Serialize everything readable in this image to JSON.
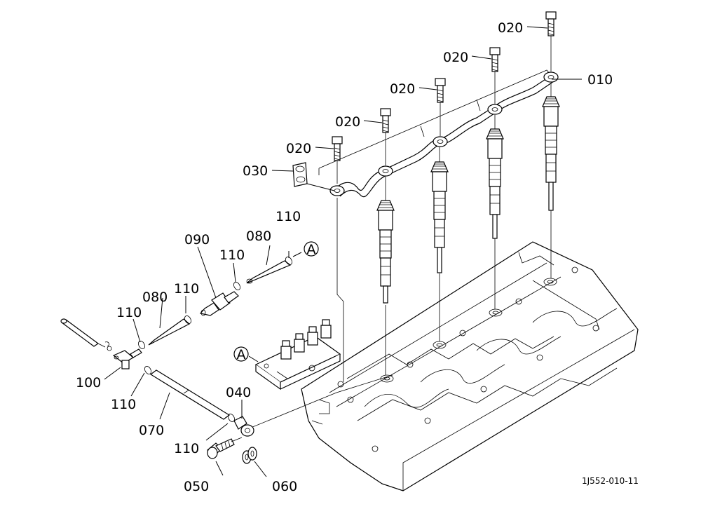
{
  "diagram": {
    "labels": {
      "p010": "010",
      "p020": "020",
      "p030": "030",
      "p040": "040",
      "p050": "050",
      "p060": "060",
      "p070": "070",
      "p080": "080",
      "p090": "090",
      "p100": "100",
      "p110": "110"
    },
    "callout_a": "A",
    "reference_code": "1J552-010-11"
  }
}
